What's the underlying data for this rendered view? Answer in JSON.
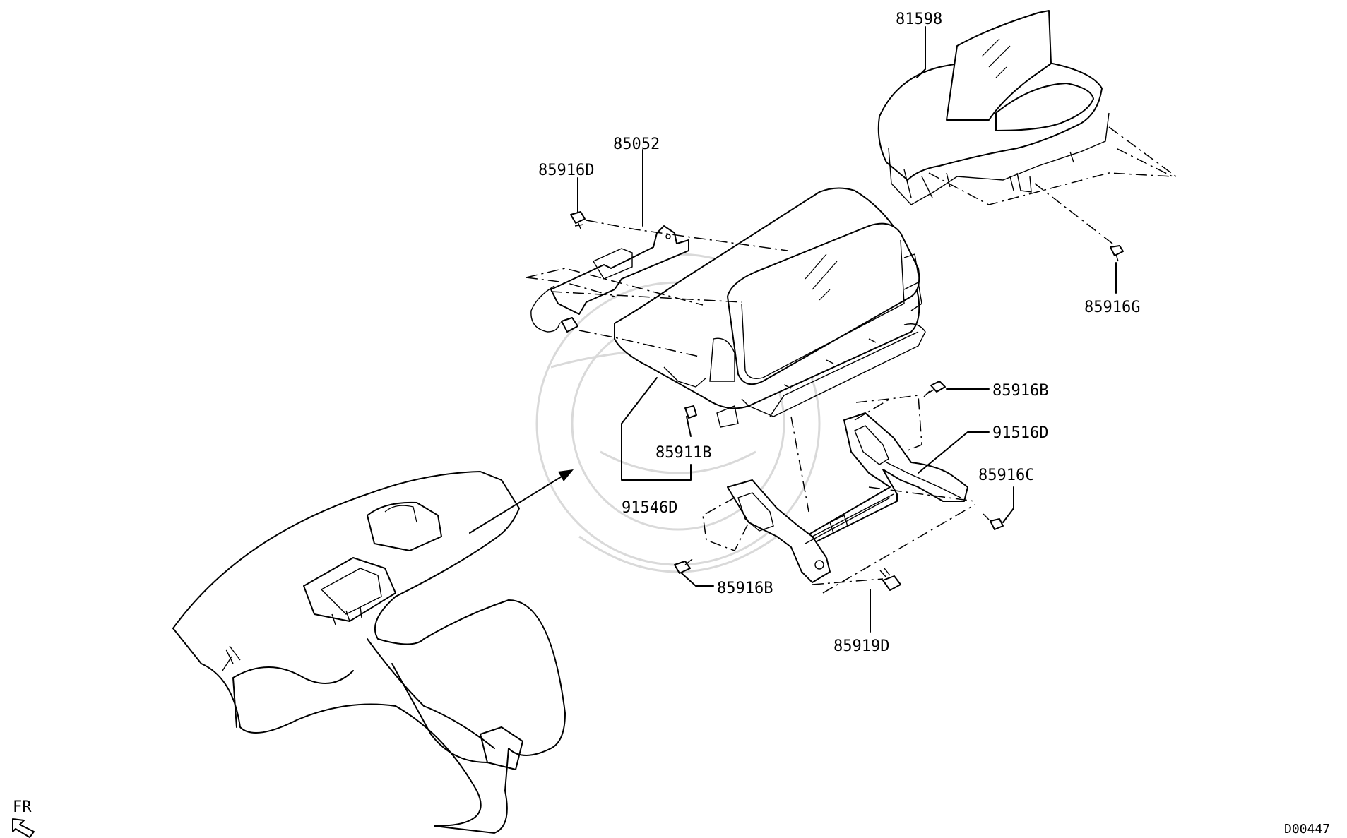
{
  "diagram": {
    "callouts": {
      "p81598": "81598",
      "p85052": "85052",
      "p85916D": "85916D",
      "p85916G": "85916G",
      "p85916B_top": "85916B",
      "p91516D": "91516D",
      "p85916C": "85916C",
      "p85911B": "85911B",
      "p91546D": "91546D",
      "p85916B_bottom": "85916B",
      "p85919D": "85919D"
    },
    "direction_label": "FR",
    "drawing_code": "D00447"
  }
}
